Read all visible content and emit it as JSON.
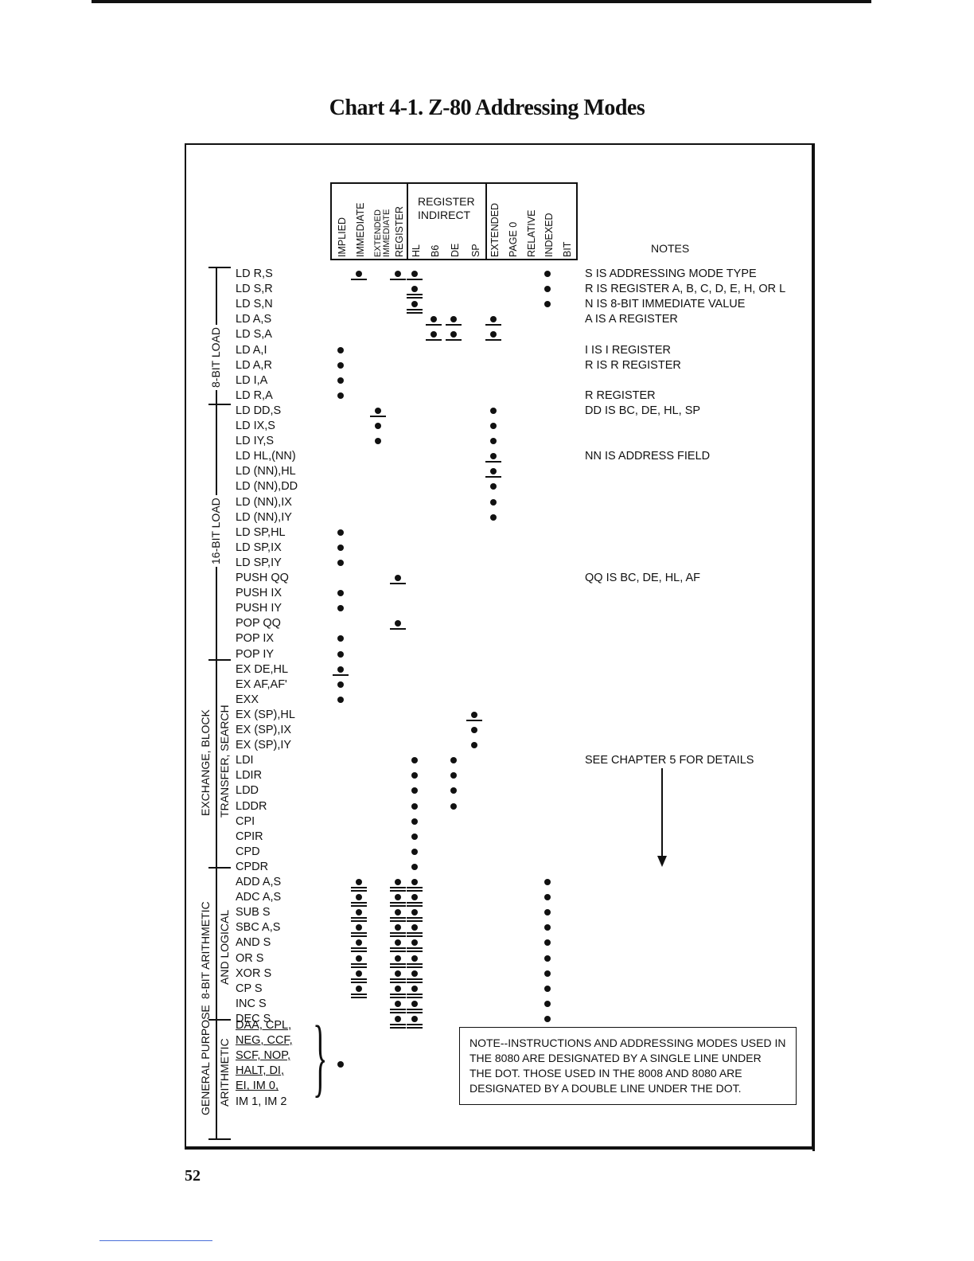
{
  "title": "Chart 4-1. Z-80 Addressing Modes",
  "page_number": "52",
  "columns": [
    "IMPLIED",
    "IMMEDIATE",
    "EXTENDED IMMEDIATE",
    "REGISTER",
    "HL",
    "B6",
    "DE",
    "SP",
    "EXTENDED",
    "PAGE 0",
    "RELATIVE",
    "INDEXED",
    "BIT"
  ],
  "register_indirect_label": "REGISTER INDIRECT",
  "notes_title": "NOTES",
  "groups": [
    {
      "label": "8-BIT LOAD"
    },
    {
      "label": "16-BIT LOAD"
    },
    {
      "label": "EXCHANGE, BLOCK"
    },
    {
      "label": "TRANSFER, SEARCH"
    },
    {
      "label": "8-BIT ARITHMETIC"
    },
    {
      "label": "AND LOGICAL"
    },
    {
      "label": "GENERAL PURPOSE"
    },
    {
      "label": "ARITHMETIC"
    }
  ],
  "rows": [
    {
      "instr": "LD R,S",
      "note": "S IS ADDRESSING MODE TYPE",
      "cells": [
        [
          1,
          1
        ],
        [
          3,
          1
        ],
        [
          4,
          1
        ],
        [
          11,
          0
        ]
      ]
    },
    {
      "instr": "LD S,R",
      "note": "R IS REGISTER A, B, C, D, E, H, OR L",
      "cells": [
        [
          4,
          2
        ],
        [
          11,
          0
        ]
      ]
    },
    {
      "instr": "LD S,N",
      "note": "N IS 8-BIT IMMEDIATE VALUE",
      "cells": [
        [
          4,
          2
        ],
        [
          11,
          0
        ]
      ]
    },
    {
      "instr": "LD A,S",
      "note": "A IS A REGISTER",
      "cells": [
        [
          5,
          1
        ],
        [
          6,
          1
        ],
        [
          8,
          1
        ]
      ]
    },
    {
      "instr": "LD S,A",
      "note": "",
      "cells": [
        [
          5,
          1
        ],
        [
          6,
          1
        ],
        [
          8,
          1
        ]
      ]
    },
    {
      "instr": "LD A,I",
      "note": "I IS I REGISTER",
      "cells": [
        [
          0,
          0
        ]
      ]
    },
    {
      "instr": "LD A,R",
      "note": "R IS R REGISTER",
      "cells": [
        [
          0,
          0
        ]
      ]
    },
    {
      "instr": "LD I,A",
      "note": "",
      "cells": [
        [
          0,
          0
        ]
      ]
    },
    {
      "instr": "LD R,A",
      "note": "R REGISTER",
      "cells": [
        [
          0,
          0
        ]
      ]
    },
    {
      "instr": "LD DD,S",
      "note": "DD IS BC, DE, HL, SP",
      "cells": [
        [
          2,
          1
        ],
        [
          8,
          0
        ]
      ]
    },
    {
      "instr": "LD IX,S",
      "note": "",
      "cells": [
        [
          2,
          0
        ],
        [
          8,
          0
        ]
      ]
    },
    {
      "instr": "LD IY,S",
      "note": "",
      "cells": [
        [
          2,
          0
        ],
        [
          8,
          0
        ]
      ]
    },
    {
      "instr": "LD HL,(NN)",
      "note": "NN IS ADDRESS FIELD",
      "cells": [
        [
          8,
          1
        ]
      ]
    },
    {
      "instr": "LD (NN),HL",
      "note": "",
      "cells": [
        [
          8,
          1
        ]
      ]
    },
    {
      "instr": "LD (NN),DD",
      "note": "",
      "cells": [
        [
          8,
          0
        ]
      ]
    },
    {
      "instr": "LD (NN),IX",
      "note": "",
      "cells": [
        [
          8,
          0
        ]
      ]
    },
    {
      "instr": "LD (NN),IY",
      "note": "",
      "cells": [
        [
          8,
          0
        ]
      ]
    },
    {
      "instr": "LD SP,HL",
      "note": "",
      "cells": [
        [
          0,
          0
        ]
      ]
    },
    {
      "instr": "LD SP,IX",
      "note": "",
      "cells": [
        [
          0,
          0
        ]
      ]
    },
    {
      "instr": "LD SP,IY",
      "note": "",
      "cells": [
        [
          0,
          0
        ]
      ]
    },
    {
      "instr": "PUSH QQ",
      "note": "QQ IS BC, DE, HL, AF",
      "cells": [
        [
          3,
          1
        ]
      ]
    },
    {
      "instr": "PUSH IX",
      "note": "",
      "cells": [
        [
          0,
          0
        ]
      ]
    },
    {
      "instr": "PUSH IY",
      "note": "",
      "cells": [
        [
          0,
          0
        ]
      ]
    },
    {
      "instr": "POP QQ",
      "note": "",
      "cells": [
        [
          3,
          1
        ]
      ]
    },
    {
      "instr": "POP IX",
      "note": "",
      "cells": [
        [
          0,
          0
        ]
      ]
    },
    {
      "instr": "POP IY",
      "note": "",
      "cells": [
        [
          0,
          0
        ]
      ]
    },
    {
      "instr": "EX DE,HL",
      "note": "",
      "cells": [
        [
          0,
          1
        ]
      ]
    },
    {
      "instr": "EX AF,AF'",
      "note": "",
      "cells": [
        [
          0,
          0
        ]
      ]
    },
    {
      "instr": "EXX",
      "note": "",
      "cells": [
        [
          0,
          0
        ]
      ]
    },
    {
      "instr": "EX (SP),HL",
      "note": "",
      "cells": [
        [
          7,
          1
        ]
      ]
    },
    {
      "instr": "EX (SP),IX",
      "note": "",
      "cells": [
        [
          7,
          0
        ]
      ]
    },
    {
      "instr": "EX (SP),IY",
      "note": "",
      "cells": [
        [
          7,
          0
        ]
      ]
    },
    {
      "instr": "LDI",
      "note": "SEE CHAPTER 5 FOR DETAILS",
      "cells": [
        [
          4,
          0
        ],
        [
          6,
          0
        ]
      ]
    },
    {
      "instr": "LDIR",
      "note": "",
      "cells": [
        [
          4,
          0
        ],
        [
          6,
          0
        ]
      ]
    },
    {
      "instr": "LDD",
      "note": "",
      "cells": [
        [
          4,
          0
        ],
        [
          6,
          0
        ]
      ]
    },
    {
      "instr": "LDDR",
      "note": "",
      "cells": [
        [
          4,
          0
        ],
        [
          6,
          0
        ]
      ]
    },
    {
      "instr": "CPI",
      "note": "",
      "cells": [
        [
          4,
          0
        ]
      ]
    },
    {
      "instr": "CPIR",
      "note": "",
      "cells": [
        [
          4,
          0
        ]
      ]
    },
    {
      "instr": "CPD",
      "note": "",
      "cells": [
        [
          4,
          0
        ]
      ]
    },
    {
      "instr": "CPDR",
      "note": "",
      "cells": [
        [
          4,
          0
        ]
      ]
    },
    {
      "instr": "ADD A,S",
      "note": "",
      "cells": [
        [
          1,
          2
        ],
        [
          3,
          2
        ],
        [
          4,
          2
        ],
        [
          11,
          0
        ]
      ]
    },
    {
      "instr": "ADC A,S",
      "note": "",
      "cells": [
        [
          1,
          2
        ],
        [
          3,
          2
        ],
        [
          4,
          2
        ],
        [
          11,
          0
        ]
      ]
    },
    {
      "instr": "SUB S",
      "note": "",
      "cells": [
        [
          1,
          2
        ],
        [
          3,
          2
        ],
        [
          4,
          2
        ],
        [
          11,
          0
        ]
      ]
    },
    {
      "instr": "SBC A,S",
      "note": "",
      "cells": [
        [
          1,
          2
        ],
        [
          3,
          2
        ],
        [
          4,
          2
        ],
        [
          11,
          0
        ]
      ]
    },
    {
      "instr": "AND S",
      "note": "",
      "cells": [
        [
          1,
          2
        ],
        [
          3,
          2
        ],
        [
          4,
          2
        ],
        [
          11,
          0
        ]
      ]
    },
    {
      "instr": "OR S",
      "note": "",
      "cells": [
        [
          1,
          2
        ],
        [
          3,
          2
        ],
        [
          4,
          2
        ],
        [
          11,
          0
        ]
      ]
    },
    {
      "instr": "XOR S",
      "note": "",
      "cells": [
        [
          1,
          2
        ],
        [
          3,
          2
        ],
        [
          4,
          2
        ],
        [
          11,
          0
        ]
      ]
    },
    {
      "instr": "CP S",
      "note": "",
      "cells": [
        [
          1,
          2
        ],
        [
          3,
          2
        ],
        [
          4,
          2
        ],
        [
          11,
          0
        ]
      ]
    },
    {
      "instr": "INC S",
      "note": "",
      "cells": [
        [
          3,
          2
        ],
        [
          4,
          2
        ],
        [
          11,
          0
        ]
      ]
    },
    {
      "instr": "DEC S",
      "note": "",
      "cells": [
        [
          3,
          2
        ],
        [
          4,
          2
        ],
        [
          11,
          0
        ]
      ]
    }
  ],
  "general_purpose_lines": [
    "DAA, CPL,",
    "NEG, CCF,",
    "SCF, NOP,",
    "HALT, DI,",
    "EI, IM 0,",
    "IM 1, IM 2"
  ],
  "footnote": "NOTE--INSTRUCTIONS AND ADDRESSING MODES USED IN THE 8080 ARE DESIGNATED BY A SINGLE LINE UNDER THE DOT. THOSE USED IN THE 8008 AND 8080 ARE DESIGNATED BY A DOUBLE LINE UNDER THE DOT."
}
